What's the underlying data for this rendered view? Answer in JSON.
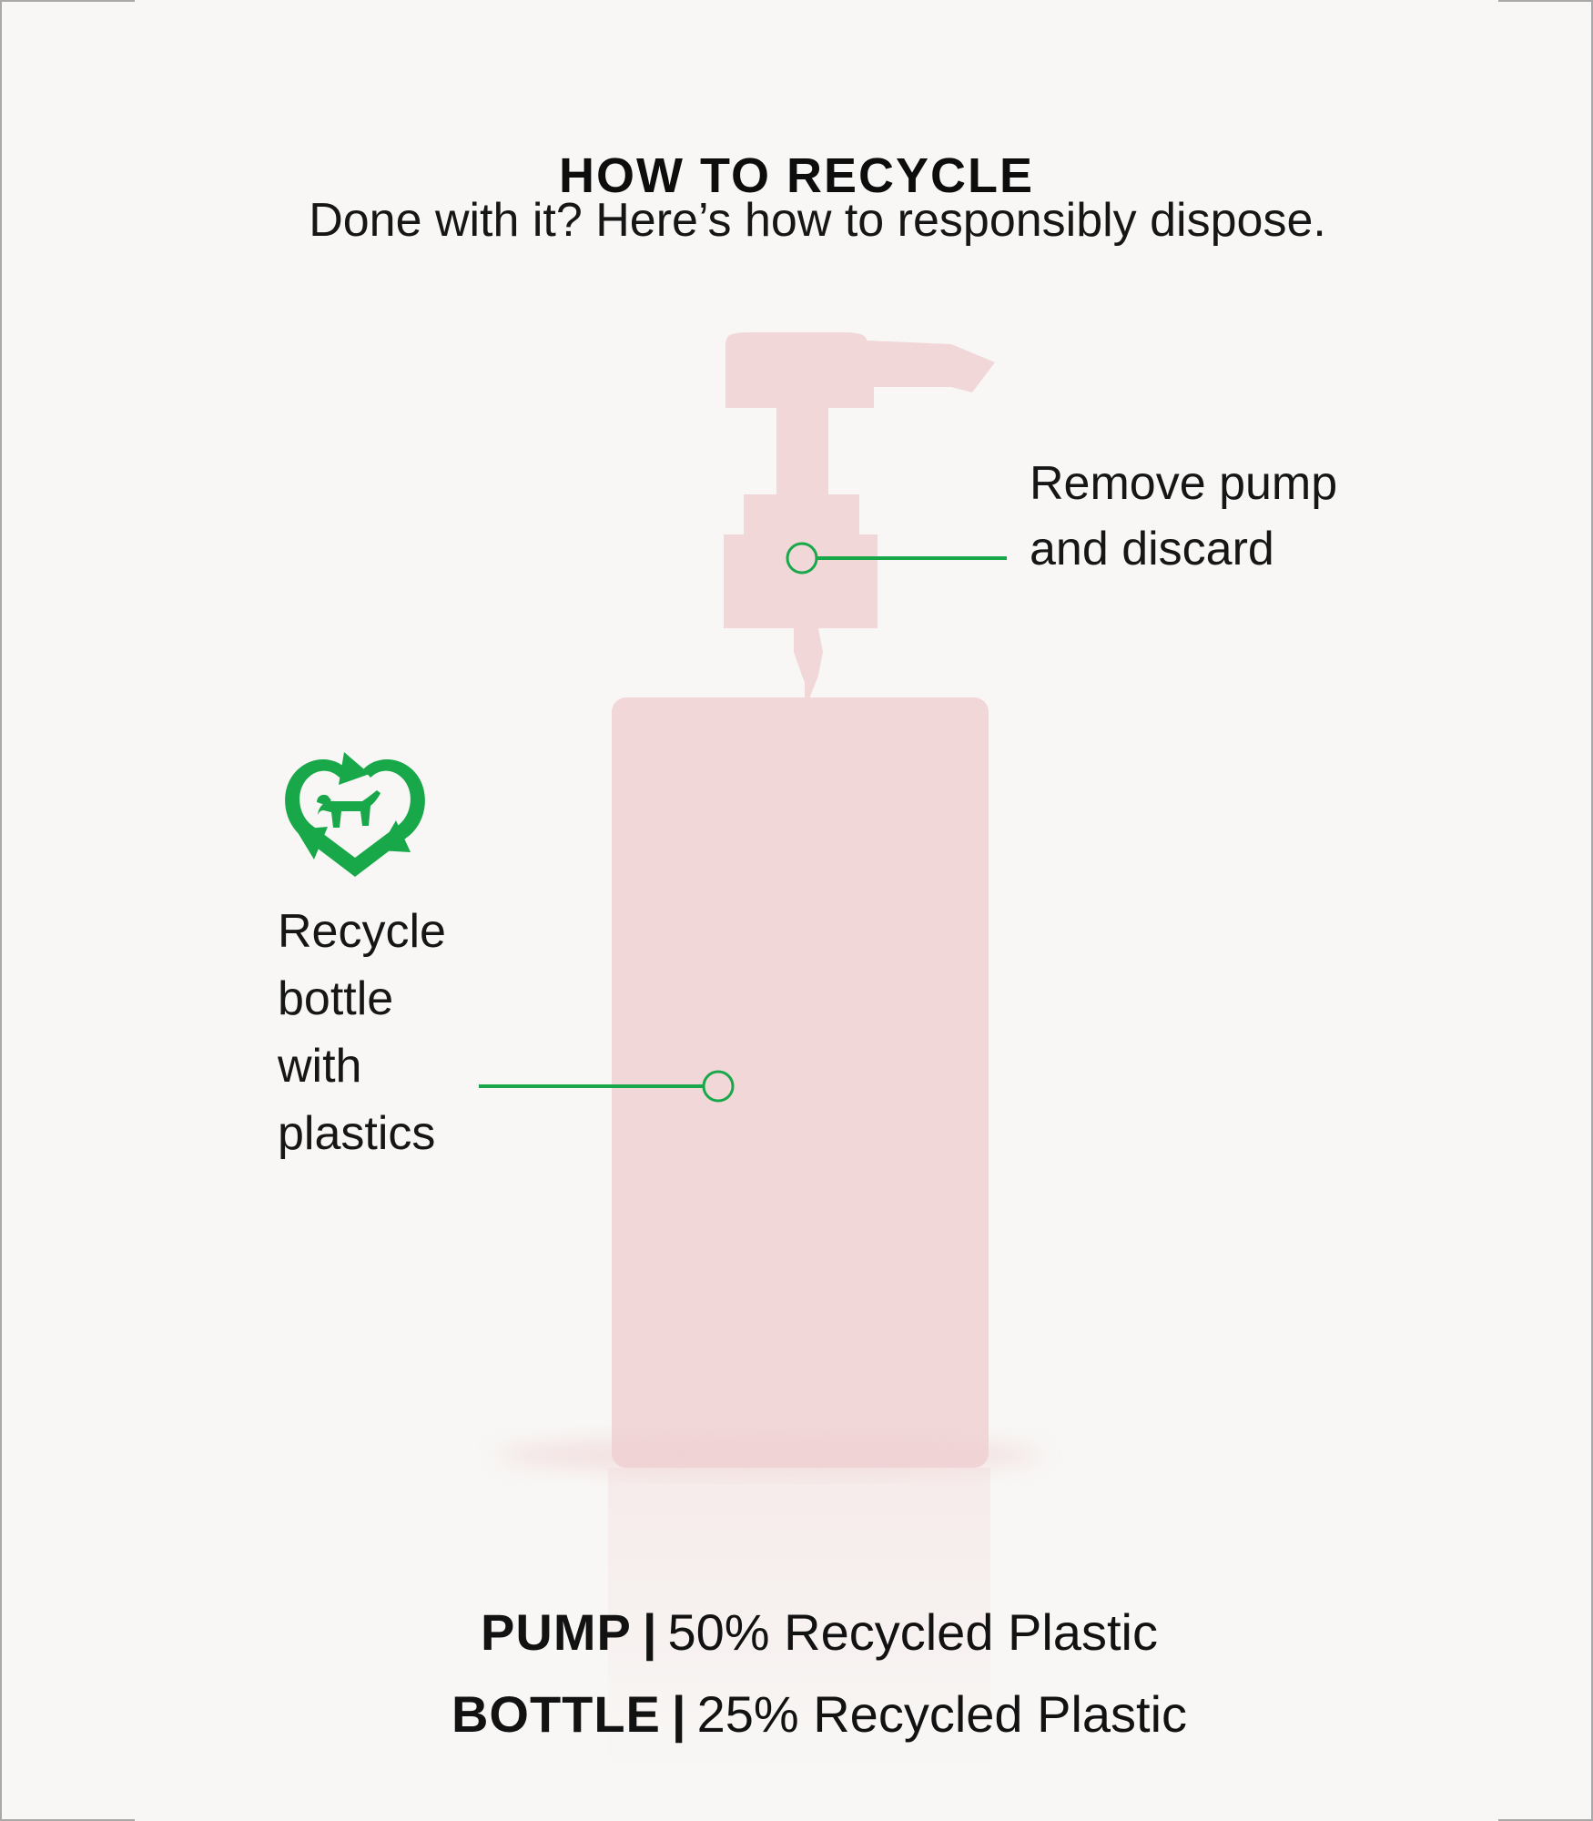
{
  "header": {
    "title": "HOW TO RECYCLE",
    "subtitle": "Done with it? Here’s how to responsibly dispose."
  },
  "callouts": {
    "pump": "Remove pump\nand discard",
    "bottle": "Recycle\nbottle\nwith\nplastics"
  },
  "icons": {
    "recycle": "recycle-heart-dog-icon"
  },
  "materials": [
    {
      "label": "PUMP",
      "separator": "|",
      "value": "50% Recycled Plastic"
    },
    {
      "label": "BOTTLE",
      "separator": "|",
      "value": "25% Recycled Plastic"
    }
  ],
  "colors": {
    "background": "#f8f7f5",
    "bottle": "#f1d7d8",
    "accent": "#18a84a",
    "text": "#111111"
  }
}
